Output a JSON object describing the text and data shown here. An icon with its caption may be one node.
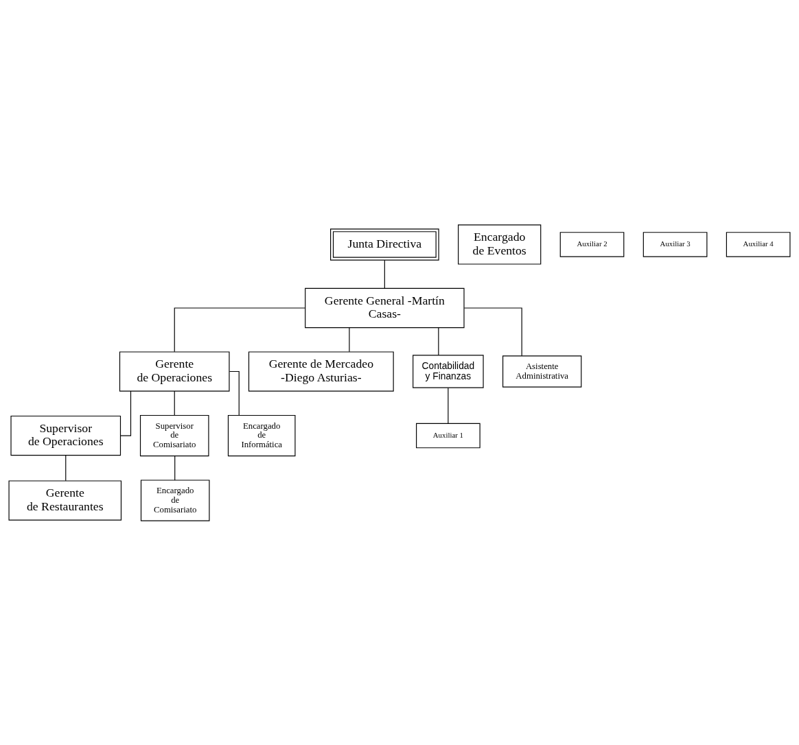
{
  "diagram": {
    "nodes": [
      {
        "text": [
          "Junta Directiva"
        ]
      },
      {
        "text": [
          "Gerente General -Martín Casas-"
        ]
      },
      {
        "text": [
          "Gerente de Operaciones"
        ]
      },
      {
        "text": [
          "Gerente de Mercadeo -Diego Asturias-"
        ]
      },
      {
        "text": [
          "Contabilidad y Finanzas"
        ]
      },
      {
        "text": [
          "Supervisor de Operaciones"
        ]
      },
      {
        "text": [
          "Supervisor de Comisariato"
        ]
      },
      {
        "text": [
          "Encargado de Eventos"
        ]
      },
      {
        "text": [
          "Gerente de Restaurantes"
        ]
      },
      {
        "text": [
          "Auxiliar 1"
        ]
      },
      {
        "text": [
          "Auxiliar 2"
        ]
      },
      {
        "text": [
          "Auxiliar 3"
        ]
      },
      {
        "text": [
          "Auxiliar 4"
        ]
      },
      {
        "text": [
          "Asistente Administrativa"
        ]
      },
      {
        "text": [
          "Encargado de Comisariato"
        ]
      },
      {
        "text": [
          "Encargado de Informática"
        ]
      }
    ],
    "edges": [
      {
        "from": 0,
        "to": 1,
        "arrow": "none"
      },
      {
        "from": 1,
        "to": 2,
        "arrow": "none"
      },
      {
        "from": 1,
        "to": 3,
        "arrow": "none"
      },
      {
        "from": 1,
        "to": 13,
        "arrow": "none"
      },
      {
        "from": 1,
        "to": 4,
        "arrow": "none"
      },
      {
        "from": 2,
        "to": 5,
        "arrow": "none"
      },
      {
        "from": 5,
        "to": 8,
        "arrow": "none"
      },
      {
        "from": 2,
        "to": 6,
        "arrow": "none"
      },
      {
        "from": 6,
        "to": 14,
        "arrow": "none"
      },
      {
        "from": 2,
        "to": 15,
        "arrow": "none"
      },
      {
        "from": 4,
        "to": 9,
        "arrow": "none"
      }
    ]
  }
}
